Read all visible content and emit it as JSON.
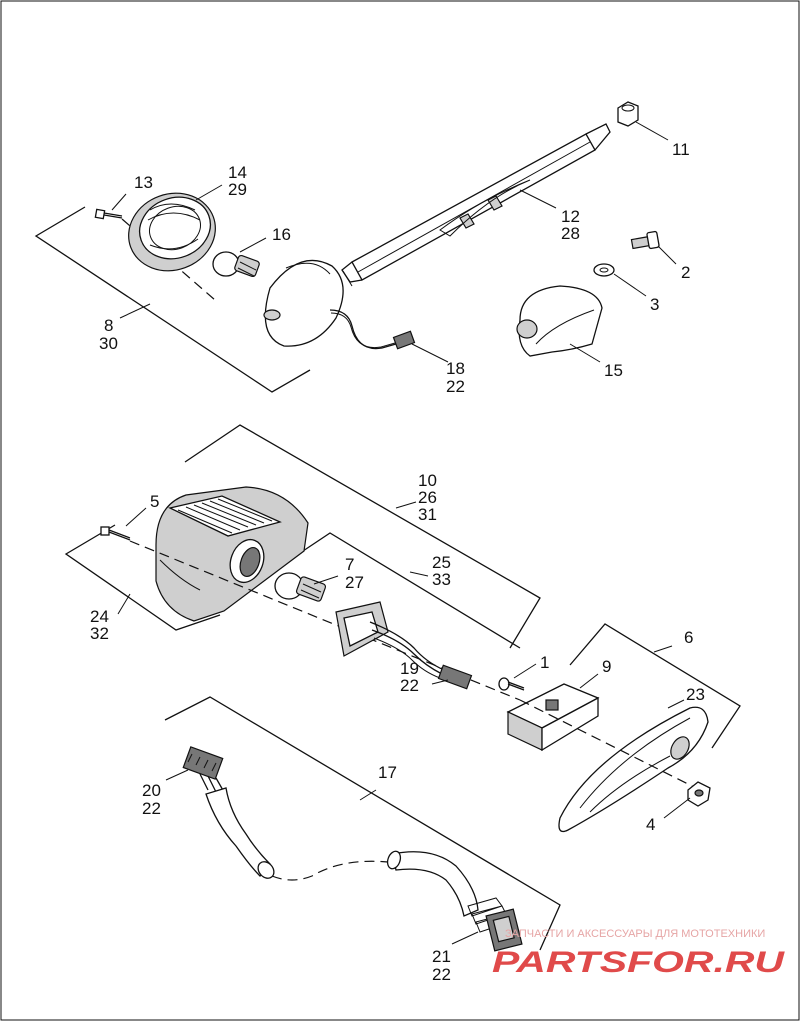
{
  "callouts": [
    {
      "id": "c-13",
      "lines": [
        "13"
      ]
    },
    {
      "id": "c-14-29",
      "lines": [
        "14",
        "29"
      ]
    },
    {
      "id": "c-16",
      "lines": [
        "16"
      ]
    },
    {
      "id": "c-8-30",
      "lines": [
        "8",
        "30"
      ]
    },
    {
      "id": "c-11",
      "lines": [
        "11"
      ]
    },
    {
      "id": "c-12-28",
      "lines": [
        "12",
        "28"
      ]
    },
    {
      "id": "c-2",
      "lines": [
        "2"
      ]
    },
    {
      "id": "c-3",
      "lines": [
        "3"
      ]
    },
    {
      "id": "c-15",
      "lines": [
        "15"
      ]
    },
    {
      "id": "c-18-22",
      "lines": [
        "18",
        "22"
      ]
    },
    {
      "id": "c-10-26-31",
      "lines": [
        "10",
        "26",
        "31"
      ]
    },
    {
      "id": "c-5",
      "lines": [
        "5"
      ]
    },
    {
      "id": "c-24-32",
      "lines": [
        "24",
        "32"
      ]
    },
    {
      "id": "c-7-27",
      "lines": [
        "7",
        "27"
      ]
    },
    {
      "id": "c-25-33",
      "lines": [
        "25",
        "33"
      ]
    },
    {
      "id": "c-19-22",
      "lines": [
        "19",
        "22"
      ]
    },
    {
      "id": "c-1",
      "lines": [
        "1"
      ]
    },
    {
      "id": "c-9",
      "lines": [
        "9"
      ]
    },
    {
      "id": "c-6",
      "lines": [
        "6"
      ]
    },
    {
      "id": "c-23",
      "lines": [
        "23"
      ]
    },
    {
      "id": "c-4",
      "lines": [
        "4"
      ]
    },
    {
      "id": "c-17",
      "lines": [
        "17"
      ]
    },
    {
      "id": "c-20-22",
      "lines": [
        "20",
        "22"
      ]
    },
    {
      "id": "c-21-22",
      "lines": [
        "21",
        "22"
      ]
    }
  ],
  "watermark": {
    "tagline": "ЗАПЧАСТИ И АКСЕССУАРЫ ДЛЯ МОТОТЕХНИКИ",
    "brand": "PARTSFOR.RU"
  },
  "colors": {
    "line": "#111111",
    "part_fill_grey": "#cfcfcf",
    "watermark_red": "#e04a4a"
  }
}
